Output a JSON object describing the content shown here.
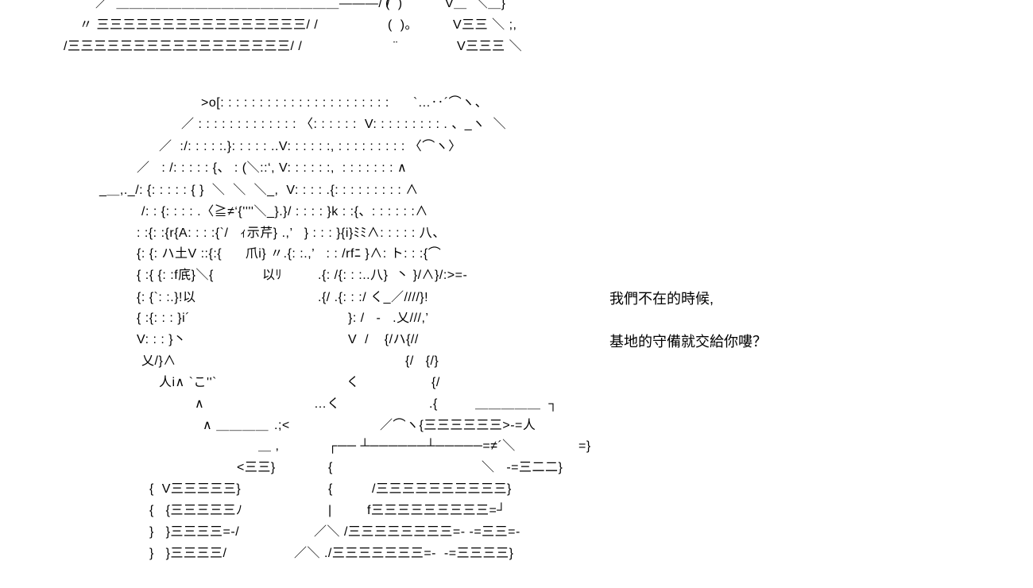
{
  "art": {
    "top": [
      [
        "／  ＿＿＿＿＿＿＿＿＿＿＿＿＿＿＿＿＿―――/ /",
        "(  )",
        "V＿  ＼＿}"
      ],
      [
        "〃 三三三三三三三三三三三三三三三三/ /",
        "(  )。",
        "V三三 ＼ ;,"
      ],
      [
        "/三三三三三三三三三三三三三三三三三/ /",
        "¨",
        "V三三三 ＼"
      ]
    ],
    "lines": [
      [
        ">o[: : : : : : : : : : : : : : : : : : : : : :",
        "`…‥´⌒ヽ、"
      ],
      [
        "／ : : : : : : : : : : : : : 〈: : : : : :  V: : : : : : : : : . 、_ヽ  ＼"
      ],
      [
        "／  :/: : : : :.}: : : : : ..V: : : : : :, : : : : : : : : : 〈⌒ヽ〉"
      ],
      [
        "／   : /: : : : : {、 : (＼::‘, V: : : : : :,  : : : : : : : ∧"
      ],
      [
        "_＿,._/: {: : : : : { }  ＼  ＼  ＼_,  V: : : : .{: : : : : : : : : ∧"
      ],
      [
        "/: : {: : : : .〈≧≠‘{''''＼_}.}/ : : : : }k : :{、: : : : : :∧"
      ],
      [
        ": :{: :{r{A: : : :{`/   ｨ示芹} .,’   } : : : }{i}ﾐﾐ∧: : : : : 八、"
      ],
      [
        "{: {: ハ土V ::{:{      爪i} 〃.{: :.,’   : : /rfﾆ }∧: ト: : :{⌒"
      ],
      [
        "{ :{ {: :f㡳}＼{",
        "以ﾘ",
        ".{: /{: : :..八}  丶 }/∧}/:>=‐"
      ],
      [
        "{: {`: :.}!以",
        ".{/ .{: : :/ く_／////}!"
      ],
      [
        "{ :{: : : }i´",
        "}: /   ‐   .乂///,’"
      ],
      [
        "V: : : }丶",
        "V  /    {/ハ{//"
      ],
      [
        "乂/}∧",
        "{/   {/}"
      ],
      [
        "人i∧ `こ''`",
        "く",
        "{/"
      ],
      [
        "∧",
        "…く",
        ".{",
        "＿＿＿＿＿  ┐"
      ],
      [
        "∧ ＿＿＿＿",
        ".;<",
        "／⌒ヽ{三三三三三三>‐=人"
      ],
      [
        "＿ ,",
        "┌── ┴──────┴─────=≠´＼",
        "=}"
      ],
      [
        "<三三}",
        "{",
        "＼   -=三二二}"
      ],
      [
        "{  V三三三三三}",
        "{",
        "/三三三三三三三三三三}"
      ],
      [
        "{   {三三三三三ﾉ",
        "|",
        "f三三三三三三三三三=┘"
      ],
      [
        "}   }三三三三=‐/",
        "／＼ /三三三三三三三三=‐ -=三三=-"
      ],
      [
        "}   }三三三三/",
        "／＼ ./三三三三三三三=‐  -=三三三三}"
      ]
    ]
  },
  "dialogue": {
    "line1": "我們不在的時候,",
    "line2": "基地的守備就交給你嘍？"
  }
}
